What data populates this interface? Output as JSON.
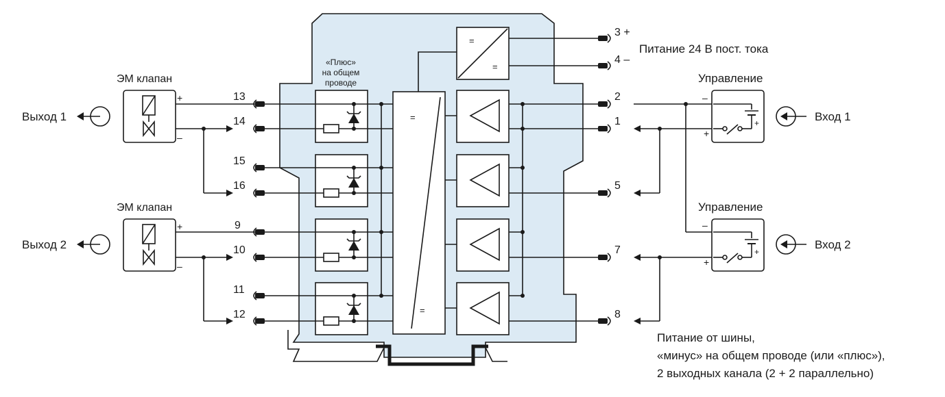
{
  "labels": {
    "plus_common_1": "«Плюс»",
    "plus_common_2": "на общем",
    "plus_common_3": "проводе",
    "valve_1": "ЭМ клапан",
    "valve_2": "ЭМ клапан",
    "output_1": "Выход 1",
    "output_2": "Выход 2",
    "control_1": "Управление",
    "control_2": "Управление",
    "input_1": "Вход 1",
    "input_2": "Вход 2",
    "power_24": "Питание 24 В пост. тока",
    "bus_line_1": "Питание от шины,",
    "bus_line_2": "«минус» на общем проводе (или «плюс»),",
    "bus_line_3": "2 выходных канала (2 + 2 параллельно)",
    "plus": "+",
    "minus": "–",
    "eq": "="
  },
  "terminals": {
    "t13": "13",
    "t14": "14",
    "t15": "15",
    "t16": "16",
    "t9": "9",
    "t10": "10",
    "t11": "11",
    "t12": "12",
    "t3": "3 +",
    "t4": "4 –",
    "t2": "2",
    "t1": "1",
    "t5": "5",
    "t7": "7",
    "t8": "8"
  },
  "colors": {
    "housing": "#dceaf4",
    "line": "#1a1a1a",
    "background": "#ffffff"
  }
}
